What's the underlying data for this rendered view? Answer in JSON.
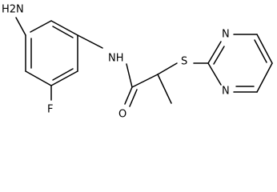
{
  "molecule": {
    "atoms": {
      "amine": "H2N",
      "amide_nh": "NH",
      "fluorine": "F",
      "carbonyl_oxygen": "O",
      "sulfur": "S",
      "pyrimidine_n_upper": "N",
      "pyrimidine_n_lower": "N"
    },
    "colors": {
      "bond": "#000000",
      "label": "#000000",
      "background": "#ffffff"
    }
  }
}
